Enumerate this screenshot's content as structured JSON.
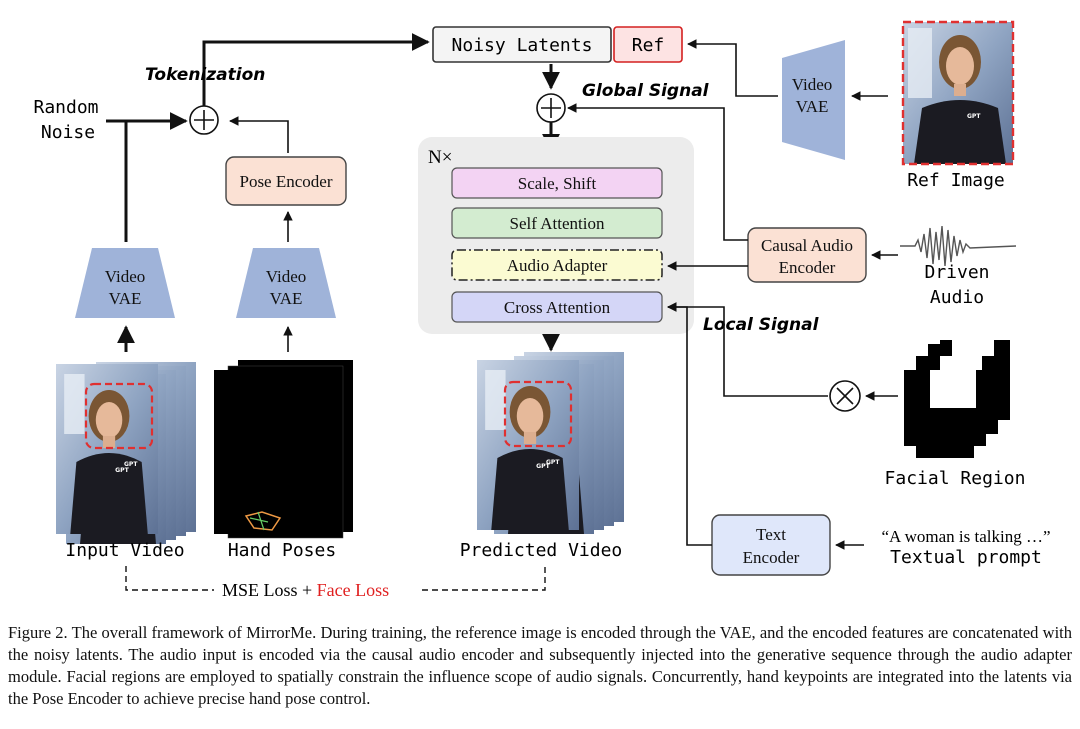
{
  "diagram": {
    "noisy_latents": "Noisy Latents",
    "ref": "Ref",
    "tokenization": "Tokenization",
    "global_signal": "Global Signal",
    "local_signal": "Local Signal",
    "random_noise_line1": "Random",
    "random_noise_line2": "Noise",
    "pose_encoder": "Pose Encoder",
    "video_vae_line1": "Video",
    "video_vae_line2": "VAE",
    "nx": "N×",
    "scale_shift": "Scale, Shift",
    "self_attention": "Self Attention",
    "audio_adapter": "Audio Adapter",
    "cross_attention": "Cross Attention",
    "causal_audio_encoder_line1": "Causal Audio",
    "causal_audio_encoder_line2": "Encoder",
    "driven_audio_line1": "Driven",
    "driven_audio_line2": "Audio",
    "ref_image": "Ref Image",
    "facial_region": "Facial Region",
    "text_encoder_line1": "Text",
    "text_encoder_line2": "Encoder",
    "text_prompt_quote": "“A woman is talking …”",
    "textual_prompt": "Textual prompt",
    "input_video": "Input Video",
    "hand_poses": "Hand Poses",
    "predicted_video": "Predicted Video",
    "loss_mse": "MSE Loss + ",
    "loss_face": "Face Loss",
    "frame_logo": "GPT"
  },
  "colors": {
    "scale_shift": "#f3d3f3",
    "self_attention": "#d3ecd0",
    "audio_adapter": "#fbfbd2",
    "cross_attention": "#d4d6f7",
    "pose_encoder": "#fbe1d4",
    "causal_audio": "#fbe1d4",
    "text_encoder": "#dfe7fa",
    "vae": "#9fb3d9",
    "transformer_bg": "#ececec",
    "face_loss_red": "#e02020",
    "dashed_red": "#e03030"
  },
  "caption": "Figure 2. The overall framework of MirrorMe. During training, the reference image is encoded through the VAE, and the encoded features are concatenated with the noisy latents. The audio input is encoded via the causal audio encoder and subsequently injected into the generative sequence through the audio adapter module. Facial regions are employed to spatially constrain the influence scope of audio signals. Concurrently, hand keypoints are integrated into the latents via the Pose Encoder to achieve precise hand pose control."
}
